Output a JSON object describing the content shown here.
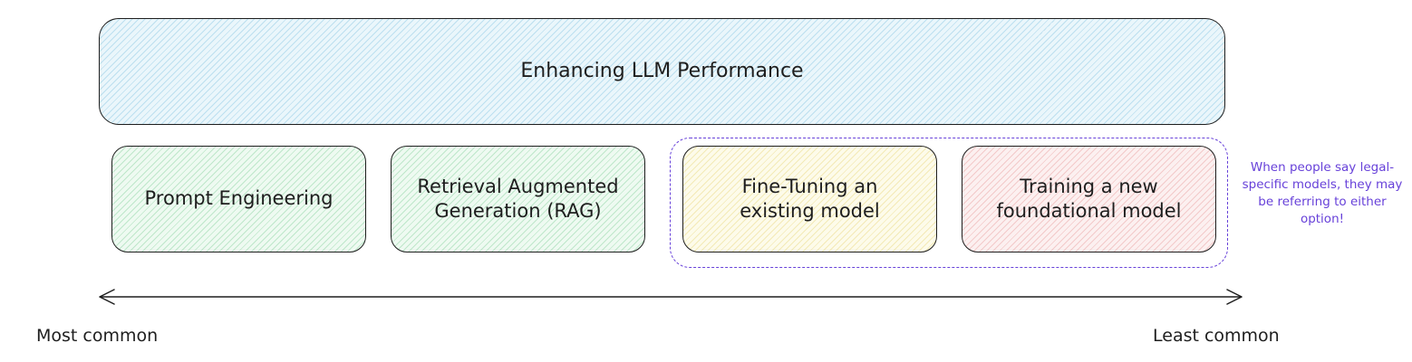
{
  "header": {
    "title": "Enhancing LLM Performance"
  },
  "options": [
    {
      "label": "Prompt Engineering"
    },
    {
      "label": "Retrieval Augmented\nGeneration (RAG)"
    },
    {
      "label": "Fine-Tuning an\nexisting model"
    },
    {
      "label": "Training a new\nfoundational model"
    }
  ],
  "note": {
    "text": "When people say legal-specific models, they may be referring to either option!"
  },
  "axis": {
    "left_label": "Most common",
    "right_label": "Least common"
  },
  "colors": {
    "stroke": "#1e1e1e",
    "accent_purple": "#6741d9",
    "blue_fill": "#eaf6fb",
    "green_fill": "#eefaf1",
    "yellow_fill": "#fdfbea",
    "red_fill": "#fcf0f0"
  }
}
